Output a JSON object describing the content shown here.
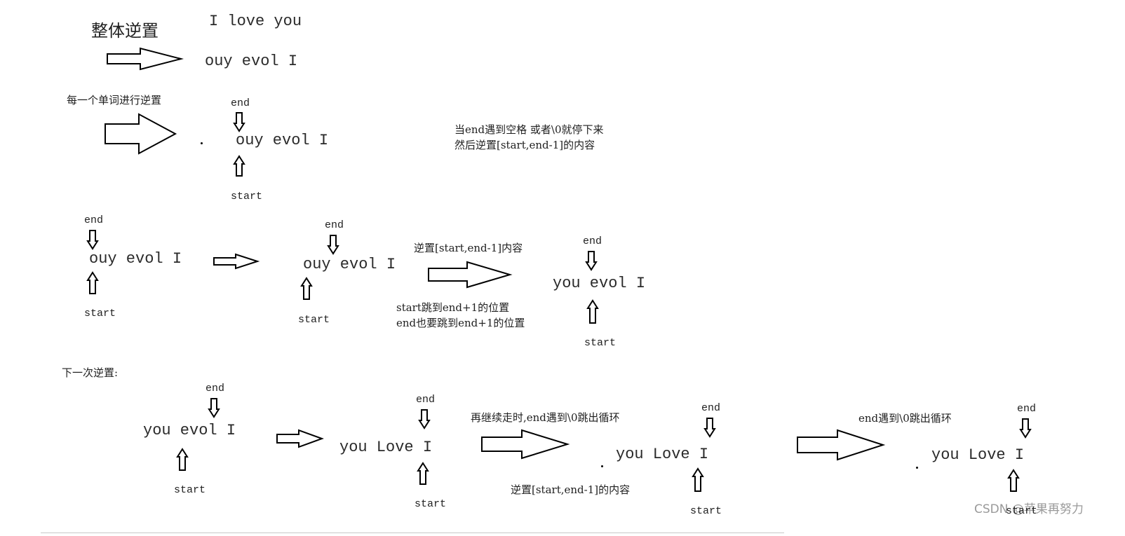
{
  "title": "整体逆置",
  "original": "I love you",
  "reversed": "ouy evol I",
  "step_word_reverse": "每一个单词进行逆置",
  "label_end": "end",
  "label_start": "start",
  "note_stop_line1": "当end遇到空格 或者\\0就停下来",
  "note_stop_line2": "然后逆置[start,end-1]的内容",
  "note_reverse": "逆置[start,end-1]内容",
  "note_jump_line1": "start跳到end+1的位置",
  "note_jump_line2": "end也要跳到end+1的位置",
  "after_first_word": "you evol I",
  "next_reverse": "下一次逆置:",
  "after_second_word": "you Love I",
  "note_continue": "再继续走时,end遇到\\0跳出循环",
  "note_reverse_content": "逆置[start,end-1]的内容",
  "note_exit": "end遇到\\0跳出循环",
  "watermark": "CSDN @苹果再努力"
}
